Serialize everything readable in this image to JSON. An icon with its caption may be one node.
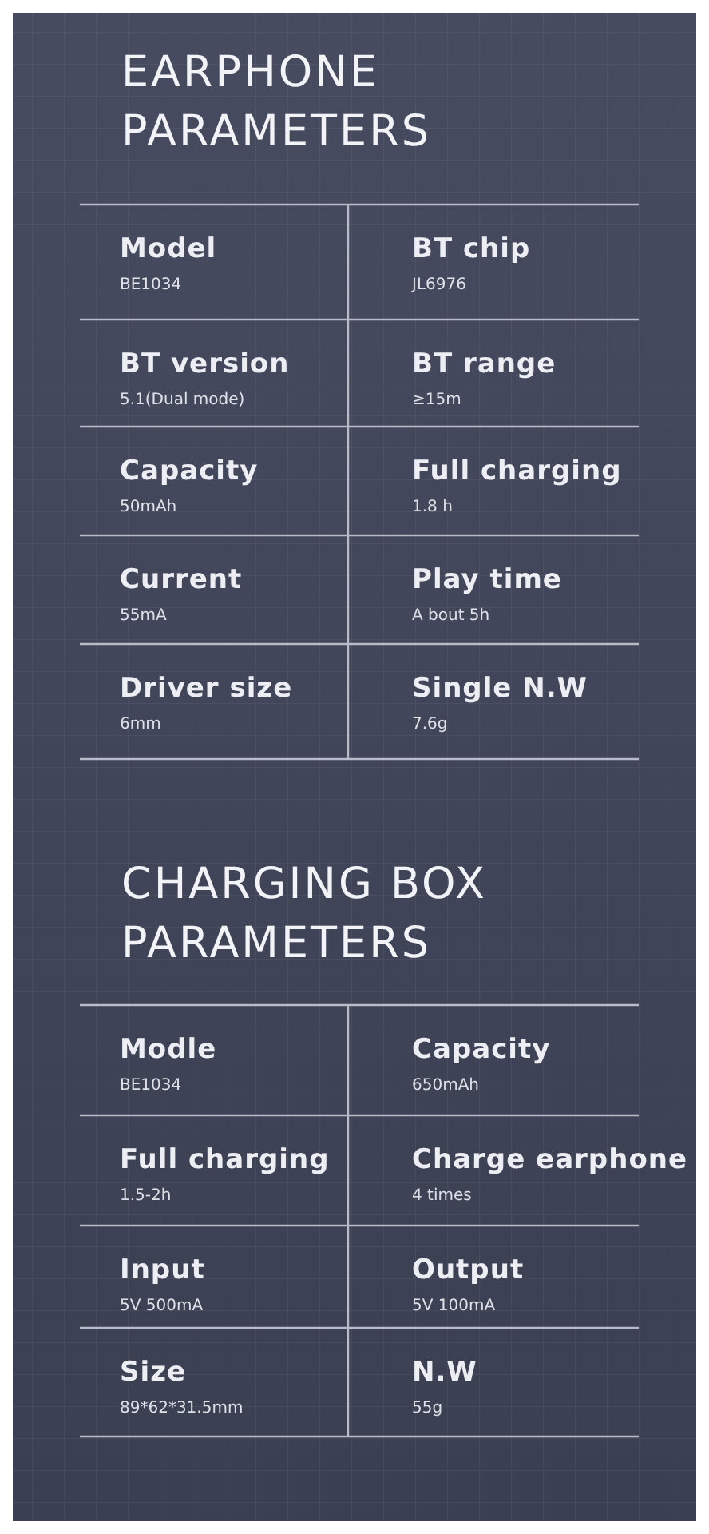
{
  "diagram": {
    "labels": [
      "EARPHONE PARAMETERS",
      "Model",
      "BE1034",
      "BT chip",
      "JL6976",
      "BT version",
      "5.1(Dual mode)",
      "BT range",
      "≥15m",
      "Capacity",
      "50mAh",
      "Full charging",
      "1.8 h",
      "Current",
      "55mA",
      "Play time",
      "A bout 5h",
      "Driver size",
      "6mm",
      "Single N.W",
      "7.6g",
      "CHARGING BOX PARAMETERS",
      "Modle",
      "BE1034",
      "Capacity",
      "650mAh",
      "Full charging",
      "1.5-2h",
      "Charge earphone",
      "4 times",
      "Input",
      "5V 500mA",
      "Output",
      "5V 100mA",
      "Size",
      "89*62*31.5mm",
      "N.W",
      "55g"
    ]
  }
}
